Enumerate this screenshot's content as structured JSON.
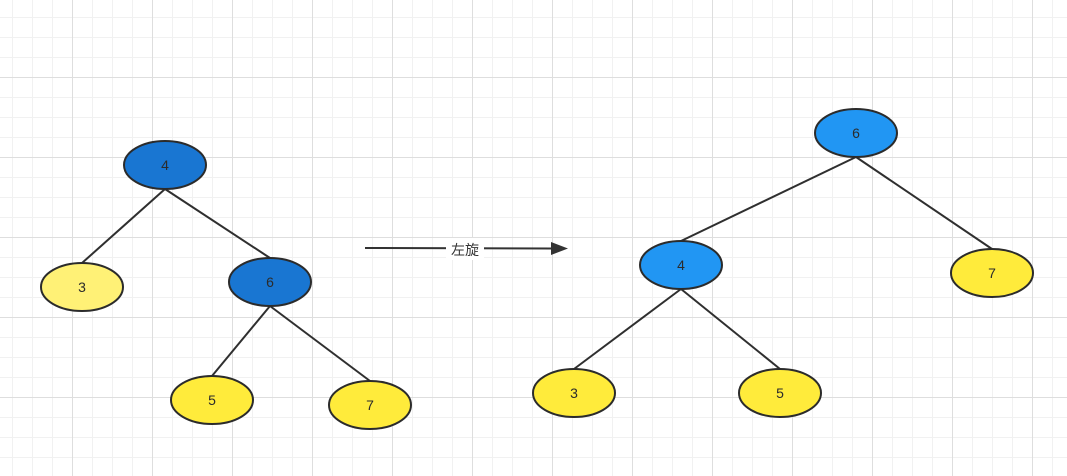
{
  "colors": {
    "dark_blue": "#1976D2",
    "light_blue": "#2196F3",
    "pale_yellow": "#FFF176",
    "yellow": "#FFEB3B"
  },
  "before_tree": {
    "nodes": [
      {
        "id": "b4",
        "label": "4",
        "color": "dark_blue"
      },
      {
        "id": "b3",
        "label": "3",
        "color": "pale_yellow"
      },
      {
        "id": "b6",
        "label": "6",
        "color": "dark_blue"
      },
      {
        "id": "b5",
        "label": "5",
        "color": "yellow"
      },
      {
        "id": "b7",
        "label": "7",
        "color": "yellow"
      }
    ],
    "edges": [
      [
        "b4",
        "b3"
      ],
      [
        "b4",
        "b6"
      ],
      [
        "b6",
        "b5"
      ],
      [
        "b6",
        "b7"
      ]
    ]
  },
  "arrow": {
    "label": "左旋"
  },
  "after_tree": {
    "nodes": [
      {
        "id": "a6",
        "label": "6",
        "color": "light_blue"
      },
      {
        "id": "a4",
        "label": "4",
        "color": "light_blue"
      },
      {
        "id": "a7",
        "label": "7",
        "color": "yellow"
      },
      {
        "id": "a3",
        "label": "3",
        "color": "yellow"
      },
      {
        "id": "a5",
        "label": "5",
        "color": "yellow"
      }
    ],
    "edges": [
      [
        "a6",
        "a4"
      ],
      [
        "a6",
        "a7"
      ],
      [
        "a4",
        "a3"
      ],
      [
        "a4",
        "a5"
      ]
    ]
  }
}
